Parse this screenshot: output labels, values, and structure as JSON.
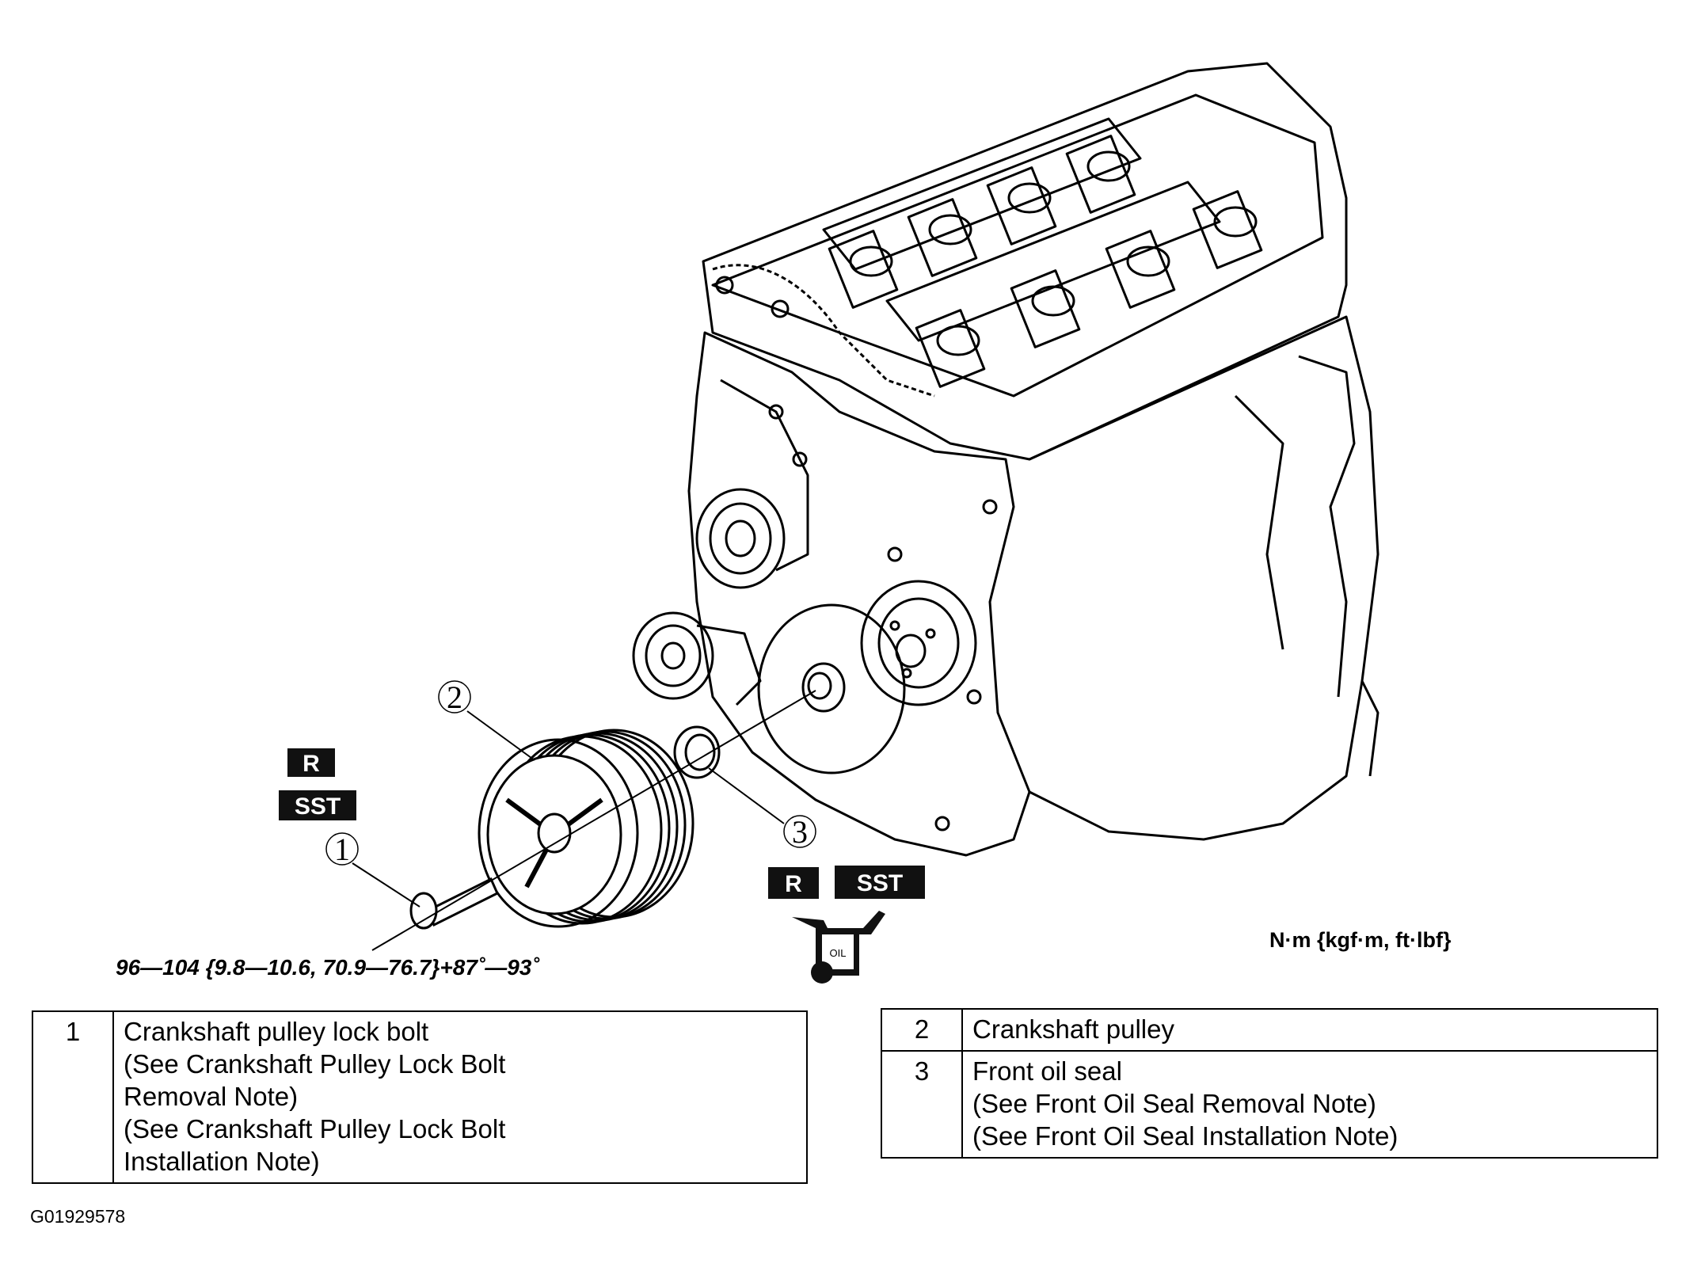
{
  "figure_id": "G01929578",
  "torque_spec": "96—104 {9.8—10.6, 70.9—76.7}+87˚—93˚",
  "torque_units": "N·m {kgf·m, ft·lbf}",
  "callouts": {
    "c1": "1",
    "c2": "2",
    "c3": "3"
  },
  "badges": {
    "r": "R",
    "sst": "SST",
    "oil": "OIL"
  },
  "parts_left": [
    {
      "number": "1",
      "lines": [
        "Crankshaft pulley lock bolt",
        "(See Crankshaft Pulley Lock Bolt",
        "Removal Note)",
        "(See Crankshaft Pulley Lock Bolt",
        "Installation Note)"
      ]
    }
  ],
  "parts_right": [
    {
      "number": "2",
      "lines": [
        "Crankshaft pulley"
      ]
    },
    {
      "number": "3",
      "lines": [
        "Front oil seal",
        "(See Front Oil Seal Removal Note)",
        "(See Front Oil Seal Installation Note)"
      ]
    }
  ]
}
